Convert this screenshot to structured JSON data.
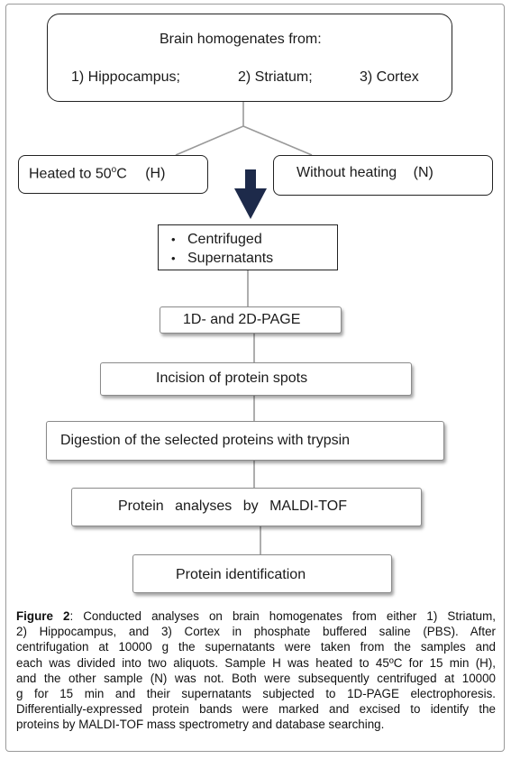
{
  "top_box": {
    "title": "Brain homogenates from:",
    "items": [
      "1) Hippocampus;",
      "2) Striatum;",
      "3) Cortex"
    ]
  },
  "branches": {
    "heated": {
      "label": "Heated to 50",
      "sup": "o",
      "unit": "C",
      "code": "(H)"
    },
    "not_heated": {
      "label": "Without heating",
      "code": "(N)"
    }
  },
  "centrifuge_box": {
    "items": [
      "Centrifuged",
      "Supernatants"
    ]
  },
  "steps": [
    "1D- and 2D-PAGE",
    "Incision of protein spots",
    "Digestion of the selected proteins with trypsin",
    "Protein analyses by MALDI-TOF",
    "Protein identification"
  ],
  "caption": {
    "label": "Figure 2",
    "lines": [
      ": Conducted analyses on brain homogenates from either 1) Striatum,",
      "2) Hippocampus, and 3) Cortex in phosphate buffered saline (PBS). After",
      "centrifugation at 10000 g the supernatants were taken from the samples and",
      "each was divided into two aliquots. Sample H was heated to 45ºC for 15 min (H),",
      "and the other sample (N) was not. Both were subsequently centrifuged at 10000",
      "g for 15 min and their supernatants subjected to 1D-PAGE electrophoresis.",
      "Differentially-expressed protein bands were marked and excised to identify the",
      "proteins by MALDI-TOF mass spectrometry and database searching."
    ]
  },
  "colors": {
    "arrow": "#1d2a4a",
    "connector": "#9a9a9a"
  }
}
